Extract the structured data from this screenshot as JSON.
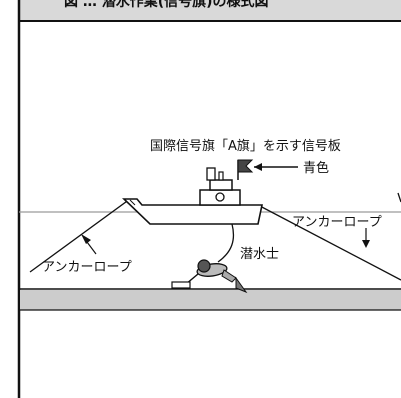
{
  "header": {
    "text": "図 … 潜水作業(信号旗)の様式図"
  },
  "diagram": {
    "signboard_label": "国際信号旗「A旗」を示す信号板",
    "color_label": "青色",
    "diver_label": "潜水士",
    "anchor_rope_left": "アンカーロープ",
    "anchor_rope_right": "アンカーロープ"
  },
  "colors": {
    "header_band": "#d9d9d9",
    "ground_band": "#cccccc",
    "line": "#111111",
    "water_line": "#9a9a9a",
    "flag_fill": "#444444"
  }
}
